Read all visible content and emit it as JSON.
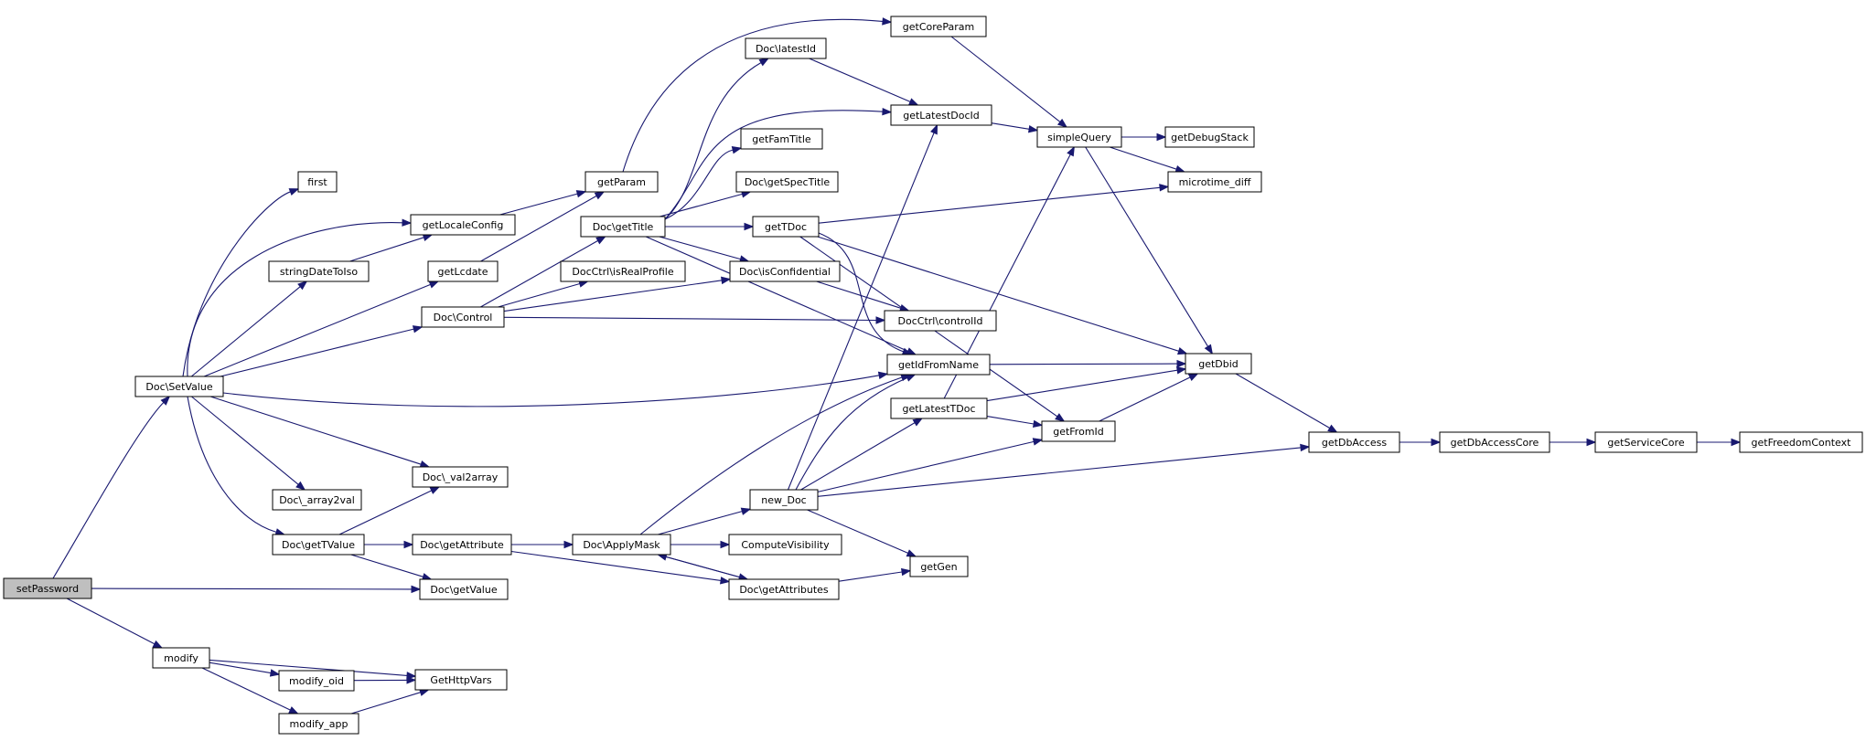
{
  "graph": {
    "colors": {
      "edge": "#191970",
      "node_border": "#000000",
      "root_fill": "#bfbfbf",
      "node_fill": "#ffffff"
    },
    "nodes": [
      {
        "id": "setPassword",
        "label": "setPassword",
        "root": true
      },
      {
        "id": "modify",
        "label": "modify"
      },
      {
        "id": "modify_oid",
        "label": "modify_oid"
      },
      {
        "id": "modify_app",
        "label": "modify_app"
      },
      {
        "id": "GetHttpVars",
        "label": "GetHttpVars"
      },
      {
        "id": "SetValue",
        "label": "Doc\\SetValue"
      },
      {
        "id": "first",
        "label": "first"
      },
      {
        "id": "getLocaleConfig",
        "label": "getLocaleConfig"
      },
      {
        "id": "stringDateToIso",
        "label": "stringDateToIso"
      },
      {
        "id": "getLcdate",
        "label": "getLcdate"
      },
      {
        "id": "DocControl",
        "label": "Doc\\Control"
      },
      {
        "id": "array2val",
        "label": "Doc\\_array2val"
      },
      {
        "id": "val2array",
        "label": "Doc\\_val2array"
      },
      {
        "id": "getTValue",
        "label": "Doc\\getTValue"
      },
      {
        "id": "getAttribute",
        "label": "Doc\\getAttribute"
      },
      {
        "id": "getValue",
        "label": "Doc\\getValue"
      },
      {
        "id": "getParam",
        "label": "getParam"
      },
      {
        "id": "getTitle",
        "label": "Doc\\getTitle"
      },
      {
        "id": "isRealProfile",
        "label": "DocCtrl\\isRealProfile"
      },
      {
        "id": "ApplyMask",
        "label": "Doc\\ApplyMask"
      },
      {
        "id": "latestId",
        "label": "Doc\\latestId"
      },
      {
        "id": "getFamTitle",
        "label": "getFamTitle"
      },
      {
        "id": "getSpecTitle",
        "label": "Doc\\getSpecTitle"
      },
      {
        "id": "getTDoc",
        "label": "getTDoc"
      },
      {
        "id": "isConfidential",
        "label": "Doc\\isConfidential"
      },
      {
        "id": "new_Doc",
        "label": "new_Doc"
      },
      {
        "id": "ComputeVisibility",
        "label": "ComputeVisibility"
      },
      {
        "id": "getAttributes",
        "label": "Doc\\getAttributes"
      },
      {
        "id": "getCoreParam",
        "label": "getCoreParam"
      },
      {
        "id": "getLatestDocId",
        "label": "getLatestDocId"
      },
      {
        "id": "controlId",
        "label": "DocCtrl\\controlId"
      },
      {
        "id": "getIdFromName",
        "label": "getIdFromName"
      },
      {
        "id": "getLatestTDoc",
        "label": "getLatestTDoc"
      },
      {
        "id": "getGen",
        "label": "getGen"
      },
      {
        "id": "simpleQuery",
        "label": "simpleQuery"
      },
      {
        "id": "getFromId",
        "label": "getFromId"
      },
      {
        "id": "getDebugStack",
        "label": "getDebugStack"
      },
      {
        "id": "microtime_diff",
        "label": "microtime_diff"
      },
      {
        "id": "getDbid",
        "label": "getDbid"
      },
      {
        "id": "getDbAccess",
        "label": "getDbAccess"
      },
      {
        "id": "getDbAccessCore",
        "label": "getDbAccessCore"
      },
      {
        "id": "getServiceCore",
        "label": "getServiceCore"
      },
      {
        "id": "getFreedomContext",
        "label": "getFreedomContext"
      }
    ],
    "edges": [
      [
        "setPassword",
        "SetValue"
      ],
      [
        "setPassword",
        "getValue"
      ],
      [
        "setPassword",
        "modify"
      ],
      [
        "modify",
        "GetHttpVars"
      ],
      [
        "modify",
        "modify_oid"
      ],
      [
        "modify",
        "modify_app"
      ],
      [
        "modify_oid",
        "GetHttpVars"
      ],
      [
        "modify_app",
        "GetHttpVars"
      ],
      [
        "SetValue",
        "first"
      ],
      [
        "SetValue",
        "getLocaleConfig"
      ],
      [
        "SetValue",
        "stringDateToIso"
      ],
      [
        "SetValue",
        "getLcdate"
      ],
      [
        "SetValue",
        "DocControl"
      ],
      [
        "SetValue",
        "getIdFromName"
      ],
      [
        "SetValue",
        "val2array"
      ],
      [
        "SetValue",
        "array2val"
      ],
      [
        "SetValue",
        "getTValue"
      ],
      [
        "stringDateToIso",
        "getLocaleConfig"
      ],
      [
        "getLocaleConfig",
        "getParam"
      ],
      [
        "getLcdate",
        "getParam"
      ],
      [
        "getTValue",
        "val2array"
      ],
      [
        "getTValue",
        "getAttribute"
      ],
      [
        "getTValue",
        "getValue"
      ],
      [
        "getAttribute",
        "ApplyMask"
      ],
      [
        "getAttribute",
        "getAttributes"
      ],
      [
        "DocControl",
        "getTitle"
      ],
      [
        "DocControl",
        "isRealProfile"
      ],
      [
        "DocControl",
        "isConfidential"
      ],
      [
        "DocControl",
        "controlId"
      ],
      [
        "getParam",
        "getCoreParam"
      ],
      [
        "getTitle",
        "latestId"
      ],
      [
        "getTitle",
        "getLatestDocId"
      ],
      [
        "getTitle",
        "getFamTitle"
      ],
      [
        "getTitle",
        "getSpecTitle"
      ],
      [
        "getTitle",
        "getTDoc"
      ],
      [
        "getTitle",
        "isConfidential"
      ],
      [
        "getTitle",
        "getIdFromName"
      ],
      [
        "ApplyMask",
        "getIdFromName"
      ],
      [
        "ApplyMask",
        "new_Doc"
      ],
      [
        "ApplyMask",
        "ComputeVisibility"
      ],
      [
        "ApplyMask",
        "getAttributes"
      ],
      [
        "getAttributes",
        "ApplyMask"
      ],
      [
        "getAttributes",
        "getGen"
      ],
      [
        "latestId",
        "getLatestDocId"
      ],
      [
        "getTDoc",
        "microtime_diff"
      ],
      [
        "getTDoc",
        "getIdFromName"
      ],
      [
        "getTDoc",
        "getDbid"
      ],
      [
        "getTDoc",
        "getFromId"
      ],
      [
        "isConfidential",
        "controlId"
      ],
      [
        "new_Doc",
        "getLatestDocId"
      ],
      [
        "new_Doc",
        "getIdFromName"
      ],
      [
        "new_Doc",
        "getLatestTDoc"
      ],
      [
        "new_Doc",
        "getFromId"
      ],
      [
        "new_Doc",
        "getGen"
      ],
      [
        "new_Doc",
        "getDbAccess"
      ],
      [
        "getCoreParam",
        "simpleQuery"
      ],
      [
        "getLatestDocId",
        "simpleQuery"
      ],
      [
        "getIdFromName",
        "getDbid"
      ],
      [
        "getLatestTDoc",
        "simpleQuery"
      ],
      [
        "getLatestTDoc",
        "getDbid"
      ],
      [
        "getLatestTDoc",
        "getFromId"
      ],
      [
        "getFromId",
        "getDbid"
      ],
      [
        "simpleQuery",
        "getDebugStack"
      ],
      [
        "simpleQuery",
        "microtime_diff"
      ],
      [
        "simpleQuery",
        "getDbid"
      ],
      [
        "getDbid",
        "getDbAccess"
      ],
      [
        "getDbAccess",
        "getDbAccessCore"
      ],
      [
        "getDbAccessCore",
        "getServiceCore"
      ],
      [
        "getServiceCore",
        "getFreedomContext"
      ]
    ]
  }
}
